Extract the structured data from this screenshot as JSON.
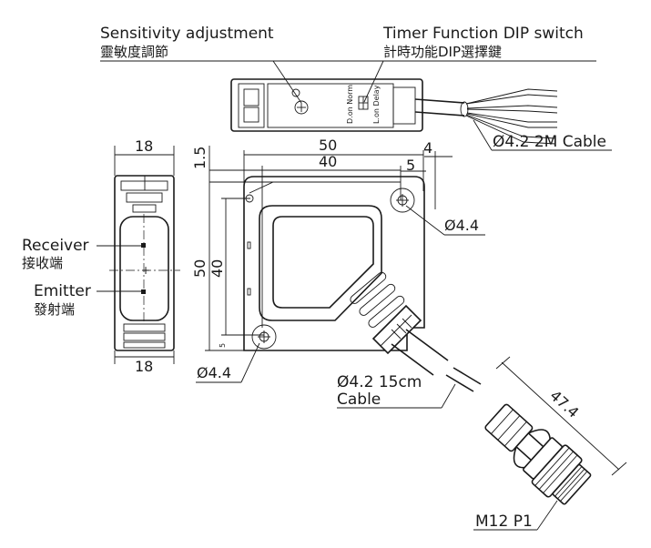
{
  "labels": {
    "sensitivity_en": "Sensitivity adjustment",
    "sensitivity_zh": "靈敏度調節",
    "timer_en": "Timer Function DIP switch",
    "timer_zh": "計時功能DIP選擇鍵",
    "dip_on_norm": "D.on Norm",
    "dip_on_delay": "L.on Delay",
    "cable_2m": "Ø4.2 2M Cable",
    "receiver_en": "Receiver",
    "receiver_zh": "接收端",
    "emitter_en": "Emitter",
    "emitter_zh": "發射端",
    "hole_right": "Ø4.4",
    "hole_left": "Ø4.4",
    "cable_15cm_line1": "Ø4.2 15cm",
    "cable_15cm_line2": "Cable",
    "connector": "M12 P1"
  },
  "dimensions": {
    "width_side": "18",
    "depth_side": "18",
    "overall_width": "50",
    "hole_spacing_x": "40",
    "offset_right": "5",
    "flange_right": "4",
    "top_offset": "1.5",
    "overall_height": "50",
    "hole_spacing_y": "40",
    "bottom_offset": "5",
    "connector_length": "47.4"
  }
}
